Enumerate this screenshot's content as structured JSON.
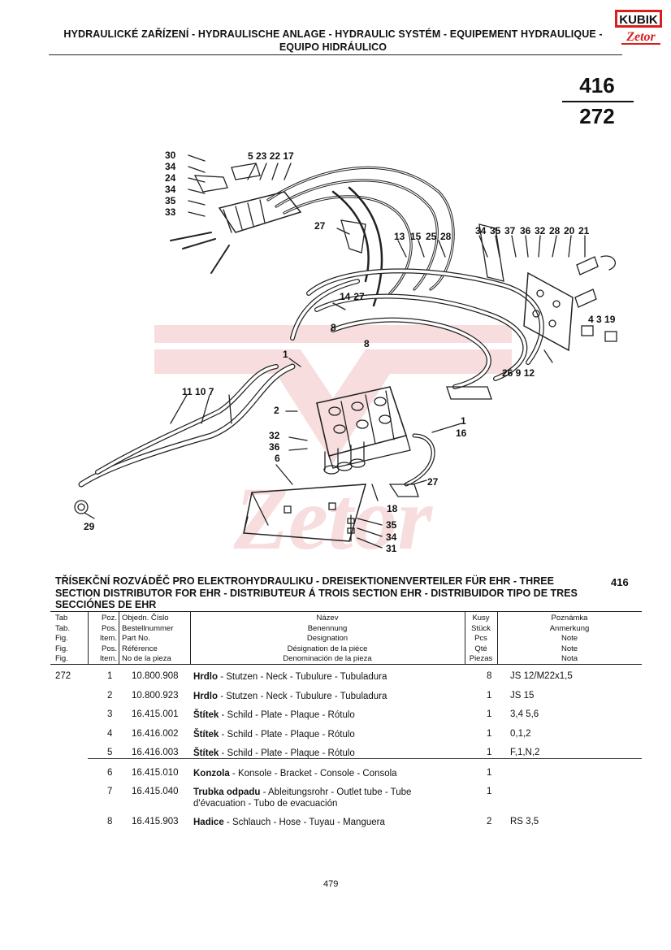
{
  "header": {
    "line1": "HYDRAULICKÉ ZAŘÍZENÍ - HYDRAULISCHE ANLAGE - HYDRAULIC SYSTÉM - EQUIPEMENT HYDRAULIQUE -",
    "line2": "EQUIPO HIDRÁULICO"
  },
  "logo": {
    "brand": "KUBIK",
    "sub": "Zetor"
  },
  "table_numbers": {
    "top": "416",
    "bottom": "272"
  },
  "callouts": {
    "c30": "30",
    "c34a": "34",
    "c24": "24",
    "c34b": "34",
    "c35a": "35",
    "c33": "33",
    "c5_23_22_17": "5 23 22 17",
    "c27a": "27",
    "c13": "13",
    "c15": "15",
    "c25": "25",
    "c28a": "28",
    "c34c": "34",
    "c35b": "35",
    "c37": "37",
    "c36a": "36",
    "c32a": "32",
    "c28b": "28",
    "c20": "20",
    "c21": "21",
    "c14": "14",
    "c27b": "27",
    "c8a": "8",
    "c8b": "8",
    "c4_3_19": "4 3 19",
    "c26_9_12": "26 9 12",
    "c1a": "1",
    "c11_10_7": "11  10  7",
    "c2": "2",
    "c32b": "32",
    "c36b": "36",
    "c6": "6",
    "c1b": "1",
    "c16": "16",
    "c27c": "27",
    "c18": "18",
    "c29": "29",
    "c35c": "35",
    "c34d": "34",
    "c31": "31"
  },
  "section": {
    "title_lines": [
      "TŘÍSEKČNÍ ROZVÁDĚČ PRO ELEKTROHYDRAULIKU - DREISEKTIONENVERTEILER FÜR EHR - THREE",
      "SECTION DISTRIBUTOR FOR EHR - DISTRIBUTEUR Á TROIS SECTION EHR - DISTRIBUIDOR TIPO DE TRES",
      "SECCIÓNES DE EHR"
    ],
    "number": "416"
  },
  "table": {
    "headers": {
      "tab": [
        "Tab",
        "Tab.",
        "Fig.",
        "Fig.",
        "Fig."
      ],
      "pos": [
        "Poz.",
        "Pos.",
        "Item.",
        "Pos.",
        "Item."
      ],
      "part": [
        "Objedn. Číslo",
        "Bestellnummer",
        "Part No.",
        "Référence",
        "No de la pieza"
      ],
      "name": [
        "Název",
        "Benennung",
        "Designation",
        "Désignation de la piéce",
        "Denominación de la pieza"
      ],
      "qty": [
        "Kusy",
        "Stück",
        "Pcs",
        "Qté",
        "Piezas"
      ],
      "note": [
        "Poznámka",
        "Anmerkung",
        "Note",
        "Note",
        "Nota"
      ]
    },
    "tab_value": "272",
    "rows": [
      {
        "pos": "1",
        "part": "10.800.908",
        "bold": "Hrdlo",
        "rest": " - Stutzen - Neck - Tubulure - Tubuladura",
        "rest2": "",
        "qty": "8",
        "note": "JS 12/M22x1,5"
      },
      {
        "pos": "2",
        "part": "10.800.923",
        "bold": "Hrdlo",
        "rest": " - Stutzen - Neck - Tubulure - Tubuladura",
        "rest2": "",
        "qty": "1",
        "note": "JS 15"
      },
      {
        "pos": "3",
        "part": "16.415.001",
        "bold": "Štítek",
        "rest": " - Schild - Plate - Plaque - Rótulo",
        "rest2": "",
        "qty": "1",
        "note": "3,4 5,6"
      },
      {
        "pos": "4",
        "part": "16.416.002",
        "bold": "Štítek",
        "rest": " - Schild - Plate - Plaque - Rótulo",
        "rest2": "",
        "qty": "1",
        "note": "0,1,2"
      },
      {
        "pos": "5",
        "part": "16.416.003",
        "bold": "Štítek",
        "rest": " - Schild - Plate - Plaque - Rótulo",
        "rest2": "",
        "qty": "1",
        "note": "F,1,N,2"
      },
      {
        "pos": "6",
        "part": "16.415.010",
        "bold": "Konzola",
        "rest": " - Konsole - Bracket - Console - Consola",
        "rest2": "",
        "qty": "1",
        "note": ""
      },
      {
        "pos": "7",
        "part": "16.415.040",
        "bold": "Trubka odpadu",
        "rest": " - Ableitungsrohr - Outlet tube - Tube",
        "rest2": "d'évacuation - Tubo de evacuación",
        "qty": "1",
        "note": ""
      },
      {
        "pos": "8",
        "part": "16.415.903",
        "bold": "Hadice",
        "rest": " - Schlauch - Hose - Tuyau - Manguera",
        "rest2": "",
        "qty": "2",
        "note": "RS 3,5"
      }
    ]
  },
  "page_number": "479",
  "colors": {
    "ink": "#111111",
    "watermark": "#f3c9c9",
    "logo_red": "#d81e1e"
  }
}
